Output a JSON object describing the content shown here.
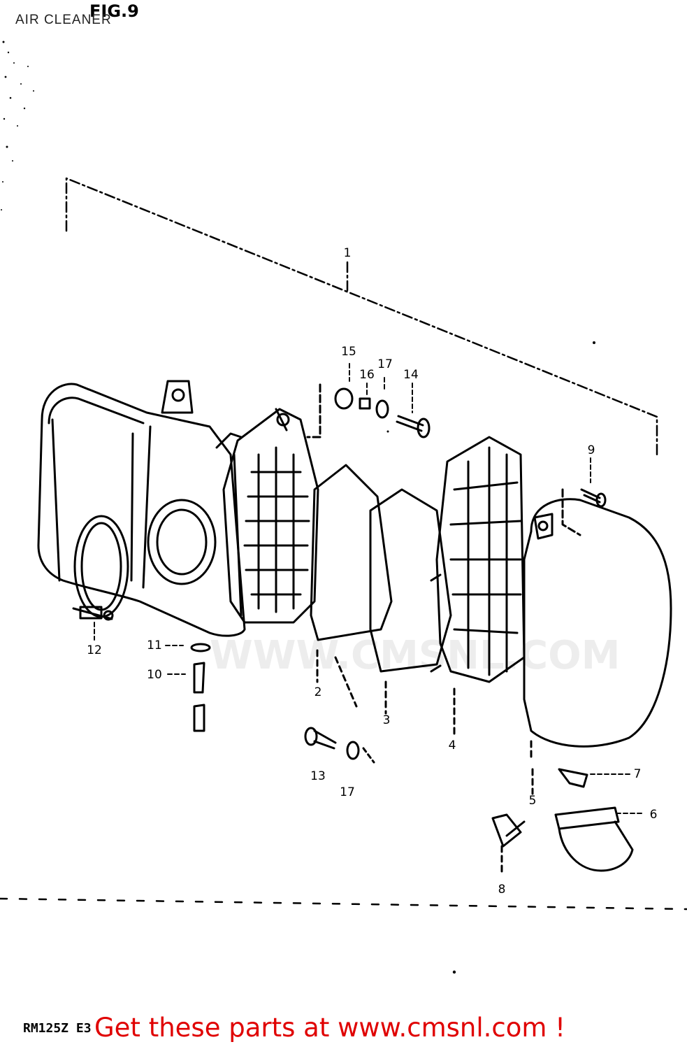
{
  "header": {
    "title": "AIR CLEANER",
    "fig": "FIG.9"
  },
  "footer": {
    "model": "RM125Z E3",
    "promo": "Get these parts at www.cmsnl.com !"
  },
  "watermark": {
    "text": "WWW.CMSNL.COM"
  },
  "callouts": {
    "c1": "1",
    "c2": "2",
    "c3": "3",
    "c4": "4",
    "c5": "5",
    "c6": "6",
    "c7": "7",
    "c8": "8",
    "c9": "9",
    "c10": "10",
    "c11": "11",
    "c12": "12",
    "c13": "13",
    "c14": "14",
    "c15": "15",
    "c16": "16",
    "c17a": "17",
    "c17b": "17"
  },
  "colors": {
    "ink": "#000000",
    "promo": "#e00000"
  }
}
